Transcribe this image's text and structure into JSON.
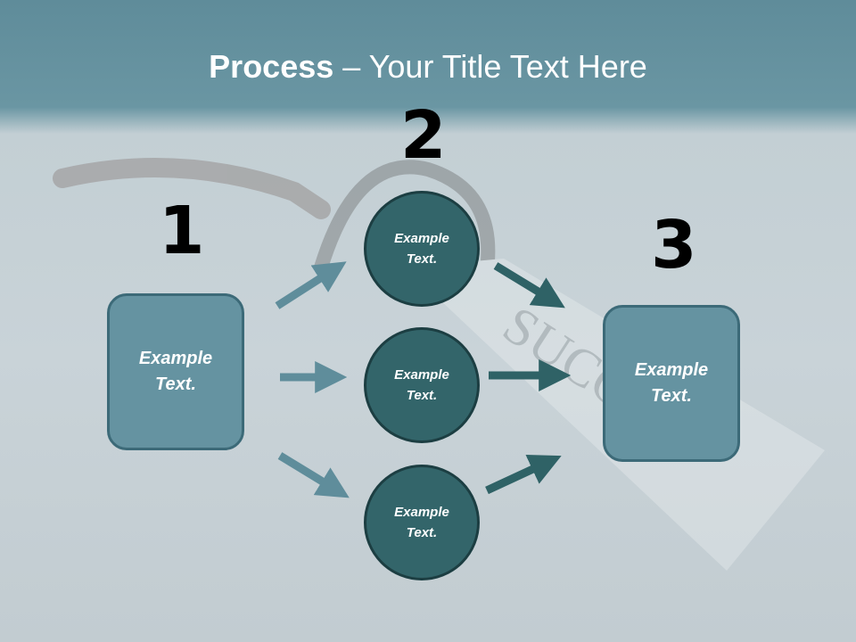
{
  "title": {
    "bold": "Process",
    "rest": " – Your Title Text Here"
  },
  "step_numbers": [
    "1",
    "2",
    "3"
  ],
  "left_box": {
    "line1": "Example",
    "line2": "Text."
  },
  "circles": [
    {
      "line1": "Example",
      "line2": "Text."
    },
    {
      "line1": "Example",
      "line2": "Text."
    },
    {
      "line1": "Example",
      "line2": "Text."
    }
  ],
  "right_box": {
    "line1": "Example",
    "line2": "Text."
  },
  "background_tag_text": "SUCCESS",
  "colors": {
    "header": "#5f8c9a",
    "box_fill": "#6593a1",
    "circle_fill": "#33656a",
    "arrow_light": "#5f8d9b",
    "arrow_dark": "#2f6266"
  }
}
